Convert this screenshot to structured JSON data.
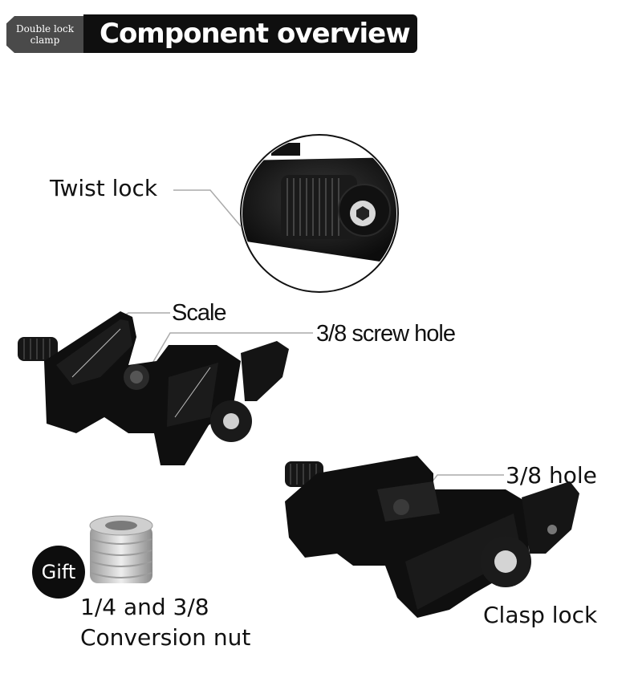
{
  "header": {
    "tag_line1": "Double lock",
    "tag_line2": "clamp",
    "title": "Component overview"
  },
  "labels": {
    "twist_lock": "Twist lock",
    "scale": "Scale",
    "screw_hole": "3/8 screw hole",
    "hole": "3/8 hole",
    "clasp_lock": "Clasp lock",
    "gift": "Gift",
    "nut_line1": "1/4 and 3/8",
    "nut_line2": "Conversion nut"
  },
  "colors": {
    "metal": "#111111",
    "header_bg": "#0f0f0f",
    "tag_bg": "#4a4a4a",
    "leader": "#aaaaaa"
  }
}
